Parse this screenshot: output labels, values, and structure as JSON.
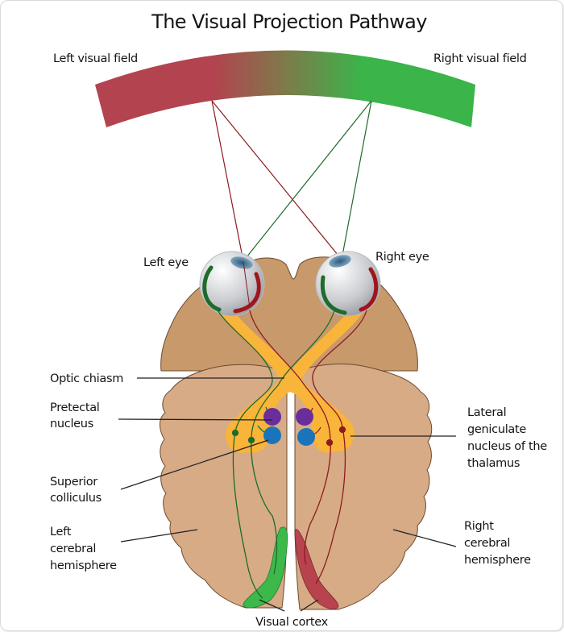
{
  "title": "The Visual Projection Pathway",
  "visual_field": {
    "left_label": "Left visual field",
    "right_label": "Right visual field",
    "left_color": "#b3434f",
    "right_color": "#3bb44a"
  },
  "labels": {
    "left_eye": "Left eye",
    "right_eye": "Right eye",
    "optic_chiasm": "Optic chiasm",
    "pretectal_nucleus": [
      "Pretectal",
      "nucleus"
    ],
    "superior_colliculus": [
      "Superior",
      "colliculus"
    ],
    "left_hemisphere": [
      "Left",
      "cerebral",
      "hemisphere"
    ],
    "lateral_geniculate": [
      "Lateral",
      "geniculate",
      "nucleus of the",
      "thalamus"
    ],
    "right_hemisphere": [
      "Right",
      "cerebral",
      "hemisphere"
    ],
    "visual_cortex": "Visual cortex"
  },
  "colors": {
    "brain_dark": "#c8996b",
    "brain_light": "#d6ab86",
    "optic_tract": "#f9b43a",
    "green_path": "#1e6b2a",
    "red_path": "#8e1a1f",
    "pretectal": "#6a2e9c",
    "colliculus": "#1a74bb",
    "cortex_green": "#3db84b",
    "cortex_red": "#b8434f"
  }
}
